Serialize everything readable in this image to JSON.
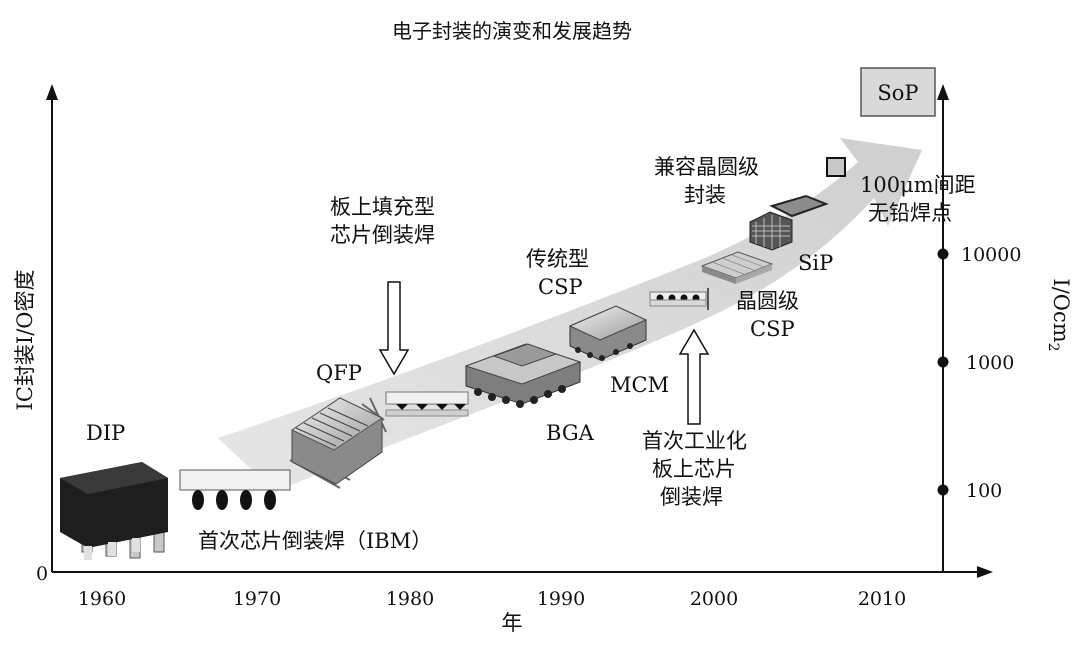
{
  "title": "电子封装的演变和发展趋势",
  "y_axis_left_label": "IC封装I/O密度",
  "y_axis_right_label": "I/Ocm",
  "y_axis_right_label_sub": "2",
  "x_axis_label": "年",
  "origin_label": "0",
  "x_ticks": [
    "1960",
    "1970",
    "1980",
    "1990",
    "2000",
    "2010"
  ],
  "right_ticks": [
    "10000",
    "1000",
    "100"
  ],
  "packages": {
    "dip": "DIP",
    "first_flip": "首次芯片倒装焊（IBM）",
    "qfp": "QFP",
    "chip_on_board_line1": "板上填充型",
    "chip_on_board_line2": "芯片倒装焊",
    "bga": "BGA",
    "csp_line1": "传统型",
    "csp_line2": "CSP",
    "mcm": "MCM",
    "industrial_line1": "首次工业化",
    "industrial_line2": "板上芯片",
    "industrial_line3": "倒装焊",
    "wlcsp_line1": "晶圆级",
    "wlcsp_line2": "CSP",
    "sip": "SiP",
    "compat_line1": "兼容晶圆级",
    "compat_line2": "封装",
    "leadfree_line1": "100μm间距",
    "leadfree_line2": "无铅焊点",
    "sop": "SoP"
  },
  "colors": {
    "arrow_band": "#d9d9d9",
    "axis": "#111111",
    "sop_box": "#d9d9d9"
  }
}
